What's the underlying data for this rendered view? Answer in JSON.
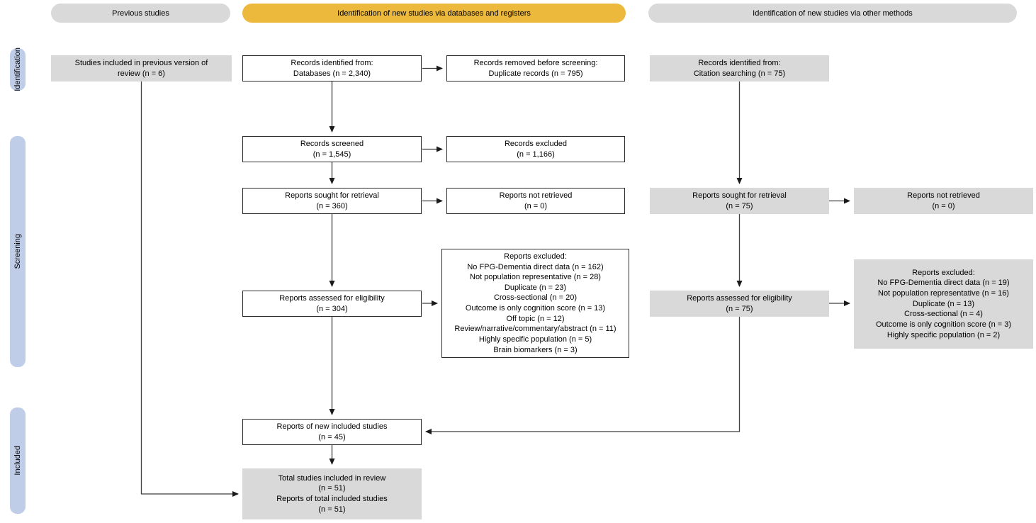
{
  "colors": {
    "gray_fill": "#D9D9D9",
    "yellow_fill": "#ECB93C",
    "blue_fill": "#BFCDE9",
    "line_color": "#3f3f3f",
    "border_color": "#2b2b2b"
  },
  "column_headers": [
    {
      "label": "Previous studies",
      "style": "gray"
    },
    {
      "label": "Identification of new studies via databases and registers",
      "style": "yellow"
    },
    {
      "label": "Identification of new studies via other methods",
      "style": "gray"
    }
  ],
  "stage_labels": [
    "Identification",
    "Screening",
    "Included"
  ],
  "boxes": {
    "previous_version": "Studies included in previous version of\nreview (n = 6)",
    "records_identified_databases": "Records identified from:\nDatabases (n = 2,340)",
    "records_removed_before_screening": "Records removed before screening:\nDuplicate records (n = 795)",
    "records_identified_citation": "Records identified from:\nCitation searching (n = 75)",
    "records_screened": "Records screened\n(n = 1,545)",
    "records_excluded": "Records excluded\n(n = 1,166)",
    "reports_sought_db": "Reports sought for retrieval\n(n = 360)",
    "reports_not_retrieved_db": "Reports not retrieved\n(n = 0)",
    "reports_sought_other": "Reports sought for retrieval\n(n = 75)",
    "reports_not_retrieved_other": "Reports not retrieved\n(n = 0)",
    "reports_assessed_db": "Reports assessed for eligibility\n(n = 304)",
    "reports_excluded_db": "Reports excluded:\nNo FPG-Dementia direct data (n = 162)\nNot population representative (n = 28)\nDuplicate (n = 23)\nCross-sectional (n = 20)\nOutcome is only cognition score (n = 13)\nOff topic (n = 12)\nReview/narrative/commentary/abstract (n = 11)\nHighly specific population (n = 5)\nBrain biomarkers (n = 3)",
    "reports_assessed_other": "Reports assessed for eligibility\n(n = 75)",
    "reports_excluded_other": "Reports excluded:\nNo FPG-Dementia direct data (n = 19)\nNot population representative (n = 16)\nDuplicate (n = 13)\nCross-sectional (n = 4)\nOutcome is only cognition score (n = 3)\nHighly specific population (n = 2)",
    "new_included_studies": "Reports of new included studies\n(n = 45)",
    "total_included": "Total studies included in review\n(n = 51)\nReports of total included studies\n(n = 51)"
  }
}
